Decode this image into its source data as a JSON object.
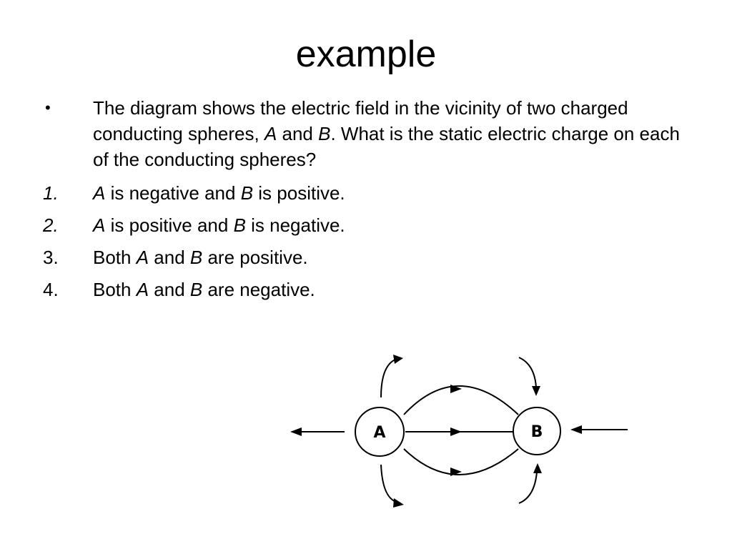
{
  "slide": {
    "title": "example",
    "question": {
      "marker": "•",
      "text_1": "The diagram shows the electric field in the vicinity of two charged conducting spheres, ",
      "var_a": "A",
      "text_2": " and ",
      "var_b": "B",
      "text_3": ". What is the static electric charge on each of the conducting spheres?"
    },
    "options": [
      {
        "number": "1.",
        "var_a": "A",
        "text_1": " is negative and ",
        "var_b": "B",
        "text_2": " is positive."
      },
      {
        "number": "2.",
        "var_a": "A",
        "text_1": " is positive and ",
        "var_b": "B",
        "text_2": " is negative."
      },
      {
        "number": "3.",
        "text_0": "Both ",
        "var_a": "A",
        "text_1": " and ",
        "var_b": "B",
        "text_2": " are positive."
      },
      {
        "number": "4.",
        "text_0": "Both ",
        "var_a": "A",
        "text_1": " and ",
        "var_b": "B",
        "text_2": " are negative."
      }
    ]
  },
  "diagram": {
    "sphere_a_label": "A",
    "sphere_b_label": "B"
  }
}
